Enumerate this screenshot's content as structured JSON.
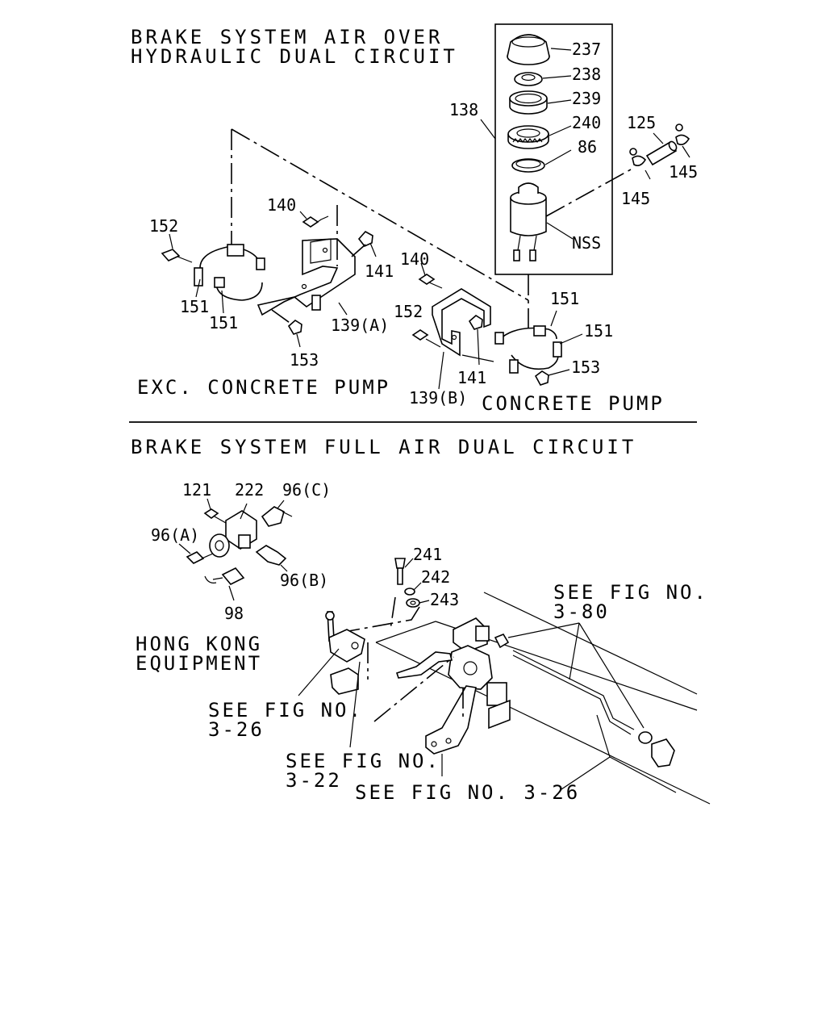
{
  "sections": {
    "top_title_line1": "BRAKE SYSTEM AIR OVER",
    "top_title_line2": "HYDRAULIC DUAL CIRCUIT",
    "exc_concrete_pump": "EXC. CONCRETE PUMP",
    "concrete_pump": "CONCRETE PUMP",
    "bottom_title": "BRAKE SYSTEM FULL AIR DUAL CIRCUIT",
    "hong_kong_line1": "HONG KONG",
    "hong_kong_line2": "EQUIPMENT"
  },
  "callouts": {
    "p237": "237",
    "p238": "238",
    "p239": "239",
    "p240": "240",
    "p86": "86",
    "p138": "138",
    "p125": "125",
    "p145a": "145",
    "p145b": "145",
    "nss": "NSS",
    "p140a": "140",
    "p152a": "152",
    "p141a": "141",
    "p151a": "151",
    "p151b": "151",
    "p139a": "139(A)",
    "p153a": "153",
    "p140b": "140",
    "p152b": "152",
    "p151c": "151",
    "p151d": "151",
    "p141b": "141",
    "p153b": "153",
    "p139b": "139(B)",
    "p121": "121",
    "p222": "222",
    "p96c": "96(C)",
    "p96a": "96(A)",
    "p96b": "96(B)",
    "p98": "98",
    "p241": "241",
    "p242": "242",
    "p243": "243"
  },
  "references": {
    "fig380_line1": "SEE FIG NO.",
    "fig380_line2": "3-80",
    "fig326a_line1": "SEE FIG NO.",
    "fig326a_line2": "3-26",
    "fig322_line1": "SEE FIG NO.",
    "fig322_line2": "3-22",
    "fig326b": "SEE FIG NO. 3-26"
  }
}
